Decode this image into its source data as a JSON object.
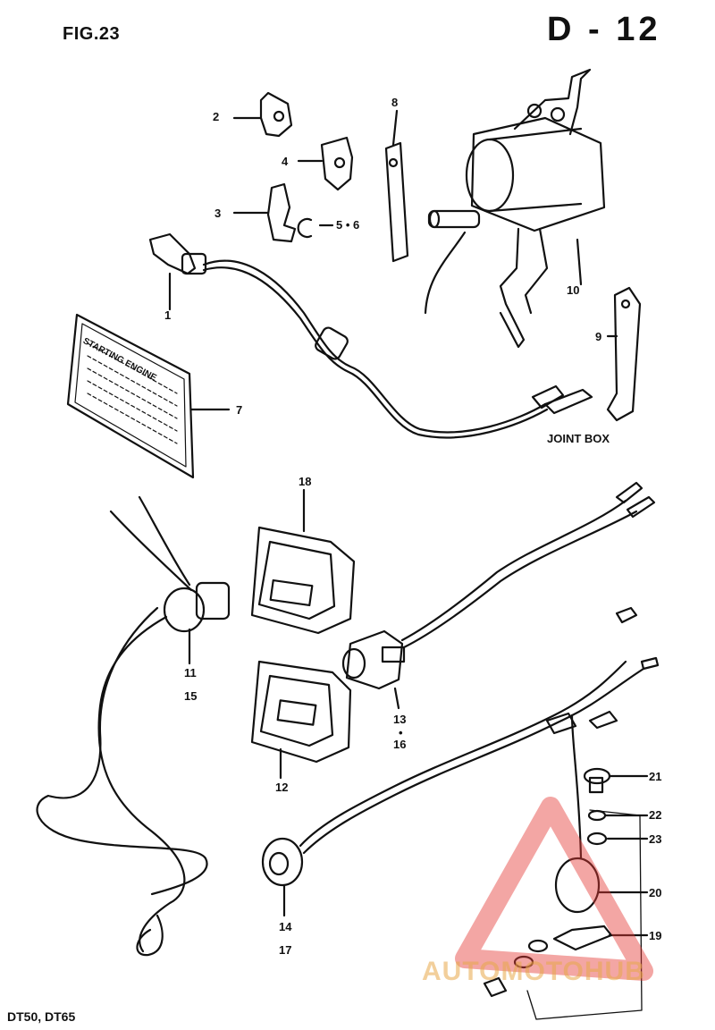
{
  "header": {
    "figure_label": "FIG.23",
    "page_code": "D - 12"
  },
  "footer": {
    "models": "DT50, DT65"
  },
  "callouts": {
    "joint_box": "JOINT BOX",
    "c1": "1",
    "c2": "2",
    "c3": "3",
    "c4": "4",
    "c5_6": "5 • 6",
    "c7": "7",
    "c8": "8",
    "c9": "9",
    "c10": "10",
    "c11": "11",
    "c15": "15",
    "c12": "12",
    "c13": "13",
    "c16": "16",
    "c14": "14",
    "c17": "17",
    "c18": "18",
    "c19": "19",
    "c20": "20",
    "c21": "21",
    "c22": "22",
    "c23": "23"
  },
  "label_card": {
    "title": "STARTING ENGINE"
  },
  "watermark": {
    "text": "AUTOMOTOHUB"
  }
}
